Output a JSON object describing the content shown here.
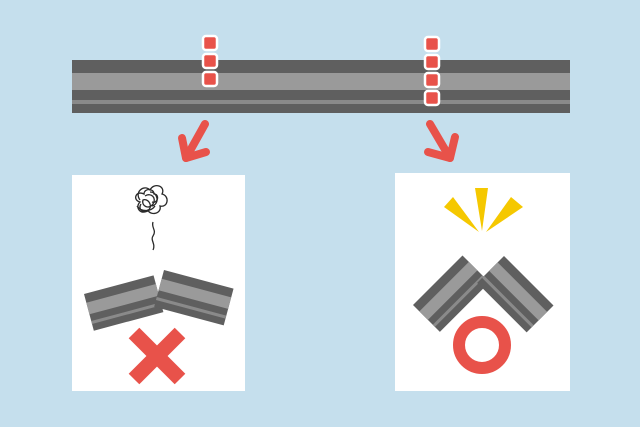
{
  "colors": {
    "background": "#c5dfed",
    "bar_dark": "#5f5f5f",
    "bar_light": "#9a9a9a",
    "marker_red": "#e8524a",
    "panel": "#ffffff",
    "spark_yellow": "#f5c800",
    "scribble": "#2a2a2a"
  },
  "top_bar": {
    "left_marker_count": 3,
    "right_marker_count": 4
  },
  "panels": [
    {
      "name": "bad-result",
      "icon": "cross-icon",
      "state": "cracked-bend"
    },
    {
      "name": "good-result",
      "icon": "circle-icon",
      "state": "clean-bend"
    }
  ]
}
